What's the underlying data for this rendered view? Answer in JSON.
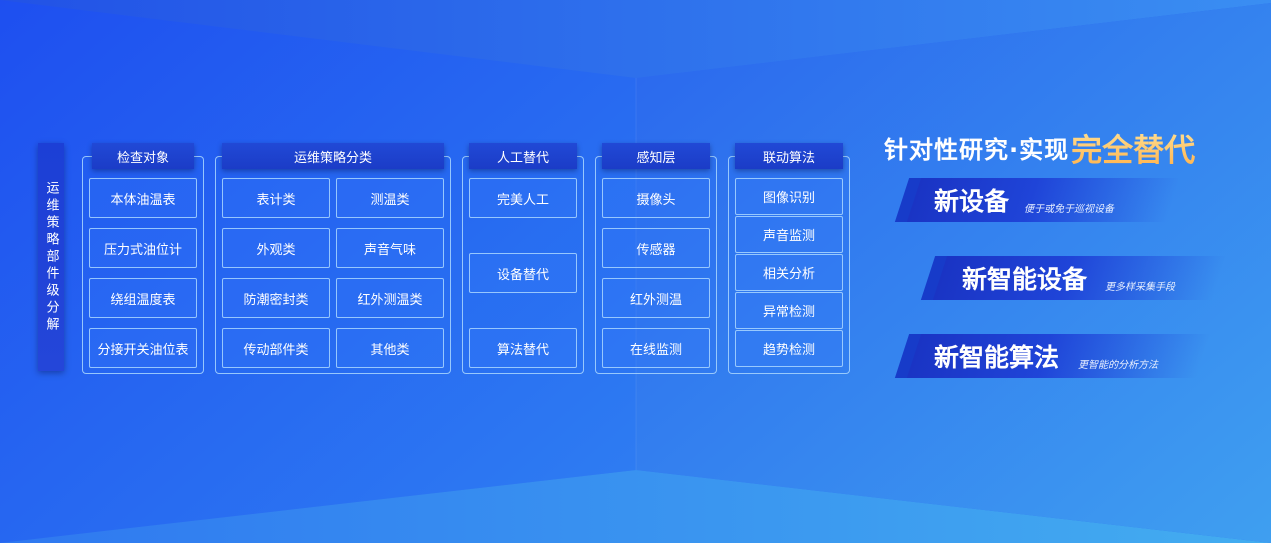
{
  "side_label": "运维策略部件级分解",
  "groups": {
    "inspect": {
      "title": "检查对象",
      "items": [
        "本体油温表",
        "压力式油位计",
        "绕组温度表",
        "分接开关油位表"
      ]
    },
    "strategy": {
      "title": "运维策略分类",
      "left": [
        "表计类",
        "外观类",
        "防潮密封类",
        "传动部件类"
      ],
      "right": [
        "测温类",
        "声音气味",
        "红外测温类",
        "其他类"
      ]
    },
    "replace": {
      "title": "人工替代",
      "items": [
        "完美人工",
        "设备替代",
        "算法替代"
      ]
    },
    "sense": {
      "title": "感知层",
      "items": [
        "摄像头",
        "传感器",
        "红外测温",
        "在线监测"
      ]
    },
    "algo": {
      "title": "联动算法",
      "items": [
        "图像识别",
        "声音监测",
        "相关分析",
        "异常检测",
        "趋势检测"
      ]
    }
  },
  "headline": {
    "prefix": "针对性研究·实现",
    "highlight": "完全替代"
  },
  "features": [
    {
      "title": "新设备",
      "sub": "便于或免于巡视设备"
    },
    {
      "title": "新智能设备",
      "sub": "更多样采集手段"
    },
    {
      "title": "新智能算法",
      "sub": "更智能的分析方法"
    }
  ],
  "colors": {
    "background": "#2a6bf0",
    "header_plate": "#1b3cc7",
    "cell_border": "#aad7ff",
    "highlight": "#ffc45a"
  }
}
